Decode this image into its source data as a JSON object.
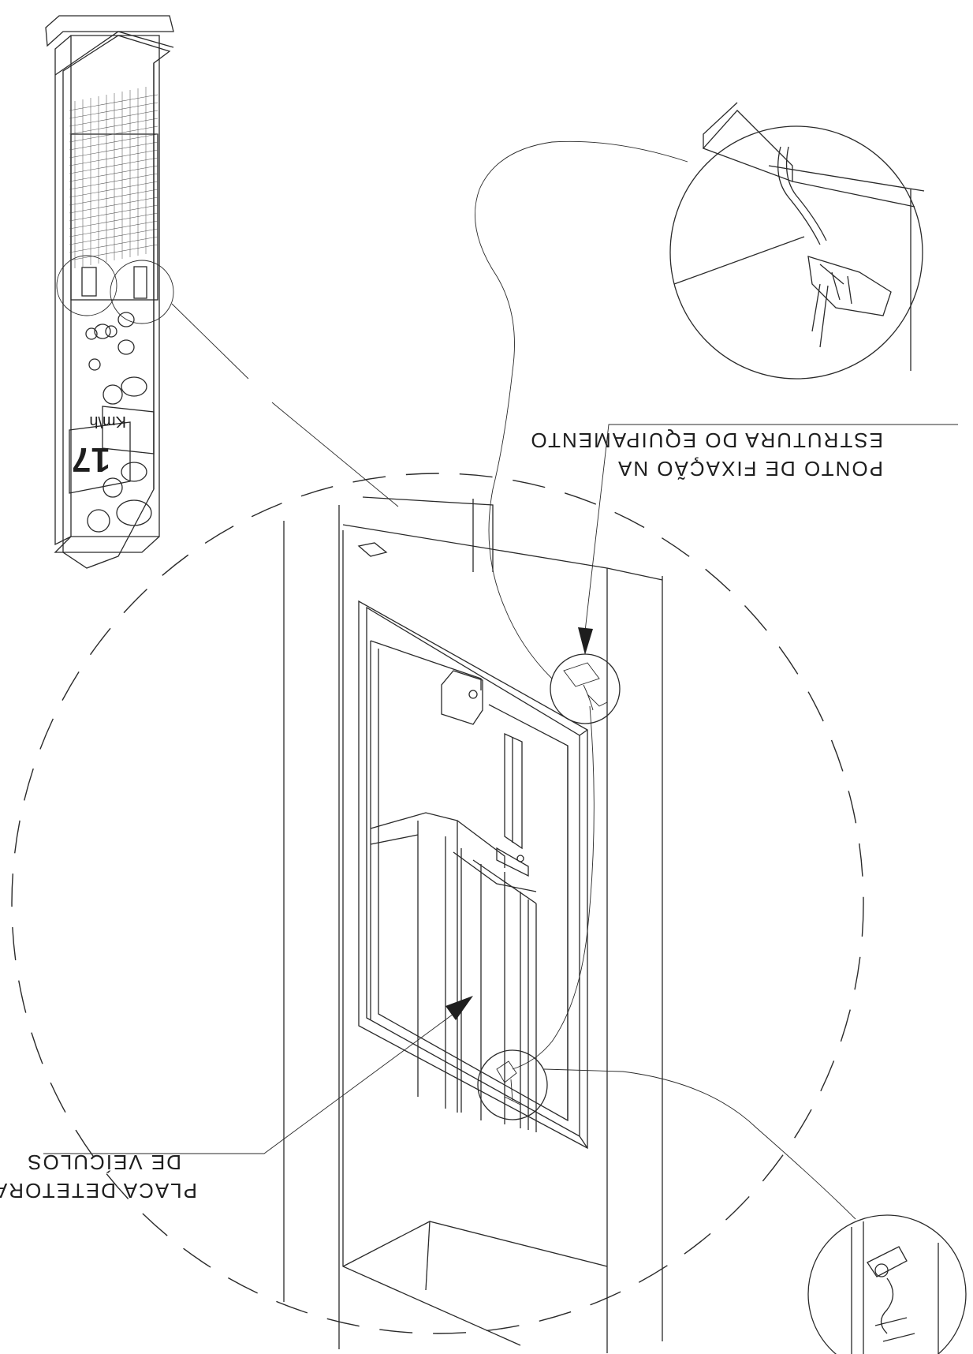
{
  "labels": {
    "fixing_point_line1": "PONTO DE FIXAÇÃO NA",
    "fixing_point_line2": "ESTRUTURA DO EQUIPAMENTO",
    "detector_plate_line1": "PLACA DETETORA",
    "detector_plate_line2": "DE VEÍCULOS",
    "speed_unit": "Km\\h",
    "speed_display": "17"
  },
  "colors": {
    "line": "#2a2a2a",
    "background": "#ffffff"
  }
}
